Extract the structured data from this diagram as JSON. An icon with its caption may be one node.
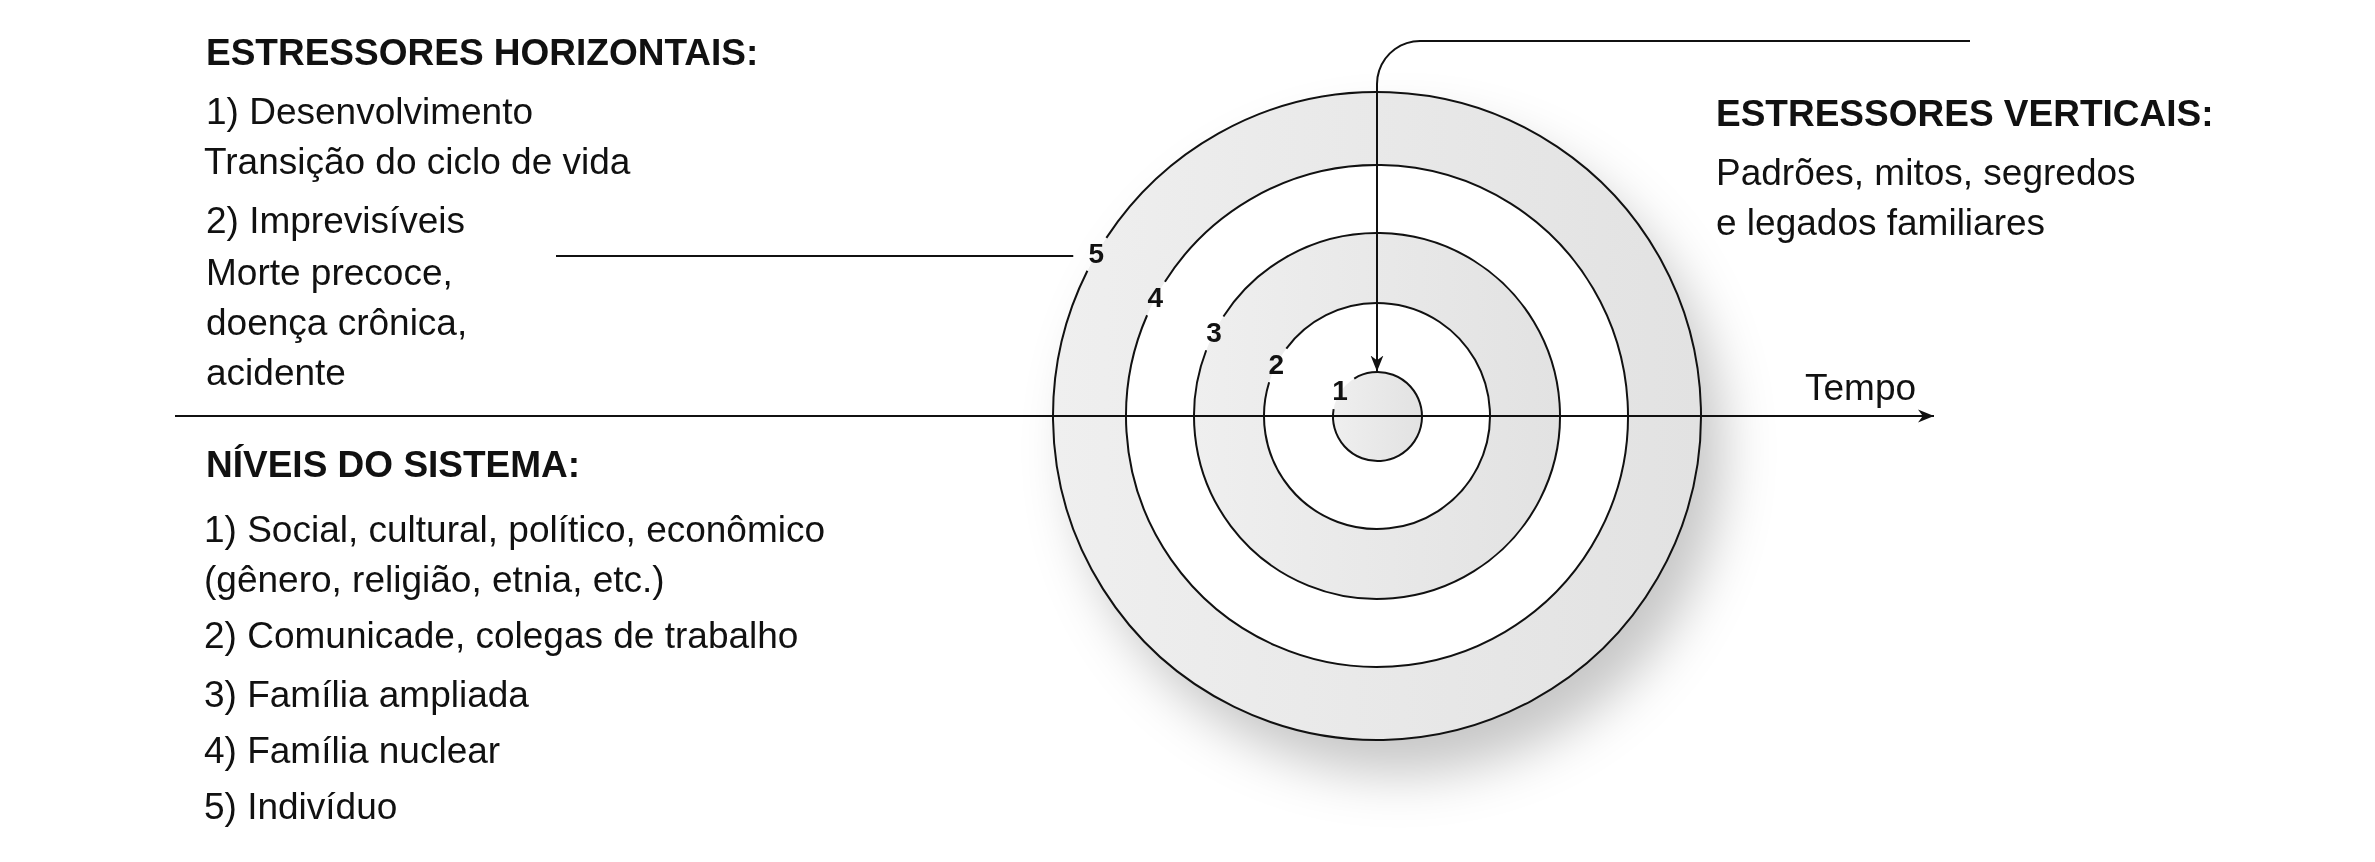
{
  "diagram": {
    "nodes": [
      {
        "text": [
          "5"
        ]
      },
      {
        "text": [
          "4"
        ],
        "in": 0
      },
      {
        "text": [
          "3"
        ],
        "in": 1
      },
      {
        "text": [
          "2"
        ],
        "in": 2
      },
      {
        "text": [
          "1"
        ],
        "in": 3
      },
      {
        "text": [
          "2) Imprevisíveis",
          "Morte precoce, doença crônica, acidente"
        ]
      }
    ],
    "edges": [
      {
        "from": 5,
        "to": 0,
        "arrow": "none"
      },
      {
        "from": null,
        "to": 4,
        "arrow": "to"
      }
    ],
    "labels": [
      "ESTRESSORES HORIZONTAIS:",
      "1) Desenvolvimento",
      "Transição do ciclo de vida",
      "ESTRESSORES VERTICAIS:",
      "Padrões, mitos, segredos e legados familiares",
      "Tempo",
      "NÍVEIS DO SISTEMA:",
      "1) Social, cultural, político, econômico (gênero, religião, etnia, etc.)",
      "2) Comunicade, colegas de trabalho",
      "3) Família ampliada",
      "4) Família nuclear",
      "5) Indivíduo"
    ]
  }
}
